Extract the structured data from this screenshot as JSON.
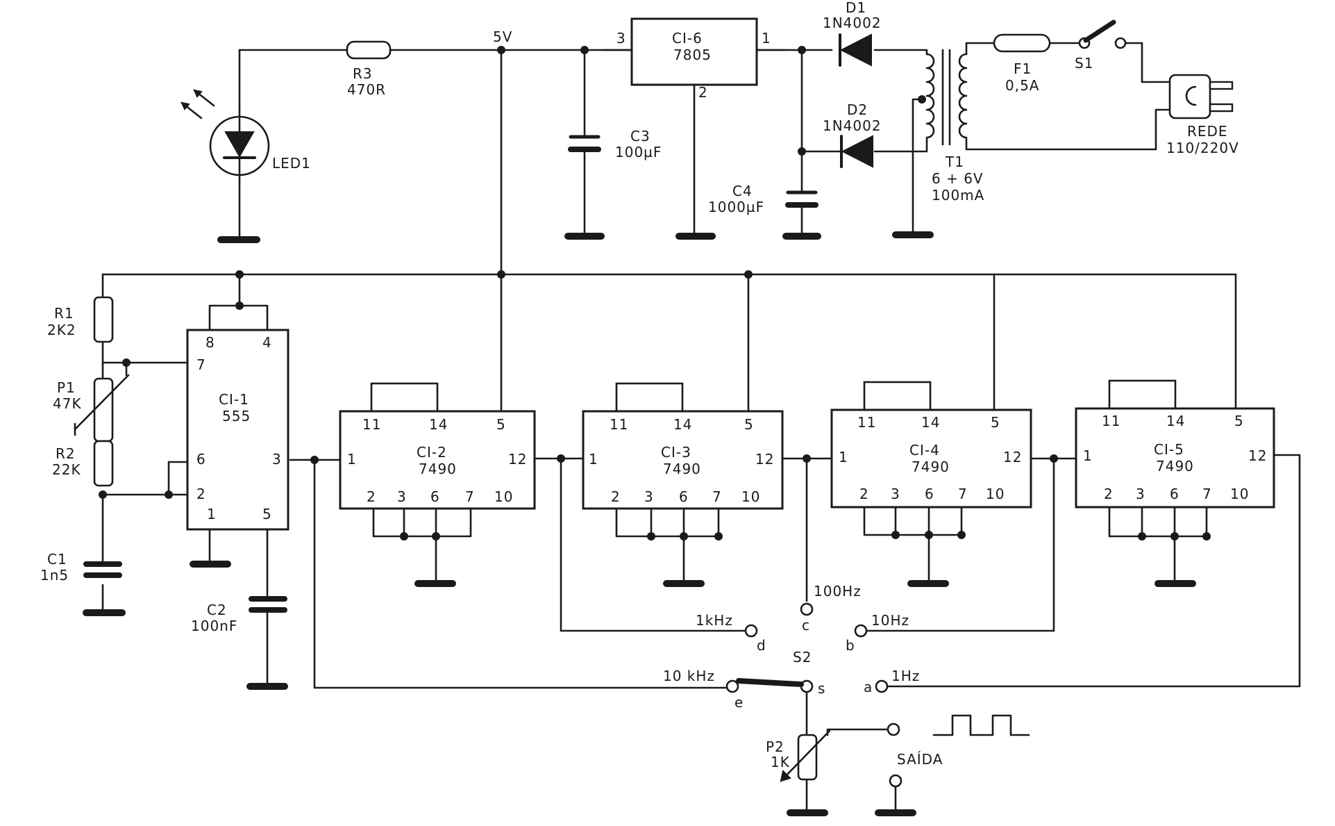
{
  "power": {
    "v5": "5V",
    "r3": {
      "ref": "R3",
      "value": "470R"
    },
    "led": "LED1",
    "ci6": {
      "ref": "CI-6",
      "type": "7805",
      "pin_in": "1",
      "pin_gnd": "2",
      "pin_out": "3"
    },
    "c3": {
      "ref": "C3",
      "value": "100µF"
    },
    "c4": {
      "ref": "C4",
      "value": "1000µF"
    },
    "d1": {
      "ref": "D1",
      "type": "1N4002"
    },
    "d2": {
      "ref": "D2",
      "type": "1N4002"
    },
    "t1": {
      "ref": "T1",
      "value": "6 + 6V",
      "current": "100mA"
    },
    "f1": {
      "ref": "F1",
      "value": "0,5A"
    },
    "s1": "S1",
    "mains": {
      "label": "REDE",
      "voltage": "110/220V"
    }
  },
  "timer": {
    "r1": {
      "ref": "R1",
      "value": "2K2"
    },
    "p1": {
      "ref": "P1",
      "value": "47K"
    },
    "r2": {
      "ref": "R2",
      "value": "22K"
    },
    "c1": {
      "ref": "C1",
      "value": "1n5"
    },
    "c2": {
      "ref": "C2",
      "value": "100nF"
    },
    "ci1": {
      "ref": "CI-1",
      "type": "555",
      "pins": {
        "p8": "8",
        "p4": "4",
        "p7": "7",
        "p6": "6",
        "p2": "2",
        "p1": "1",
        "p5": "5",
        "p3": "3"
      }
    }
  },
  "counters": [
    {
      "ref": "CI-2",
      "type": "7490"
    },
    {
      "ref": "CI-3",
      "type": "7490"
    },
    {
      "ref": "CI-4",
      "type": "7490"
    },
    {
      "ref": "CI-5",
      "type": "7490"
    }
  ],
  "counter_pins": {
    "p11": "11",
    "p14": "14",
    "p5": "5",
    "p1": "1",
    "p12": "12",
    "p2": "2",
    "p3": "3",
    "p6": "6",
    "p7": "7",
    "p10": "10"
  },
  "selector": {
    "ref": "S2",
    "common": "s",
    "positions": [
      {
        "letter": "e",
        "freq": "10 kHz"
      },
      {
        "letter": "d",
        "freq": "1kHz"
      },
      {
        "letter": "c",
        "freq": "100Hz"
      },
      {
        "letter": "b",
        "freq": "10Hz"
      },
      {
        "letter": "a",
        "freq": "1Hz"
      }
    ]
  },
  "output": {
    "p2": {
      "ref": "P2",
      "value": "1K"
    },
    "label": "SAÍDA"
  }
}
